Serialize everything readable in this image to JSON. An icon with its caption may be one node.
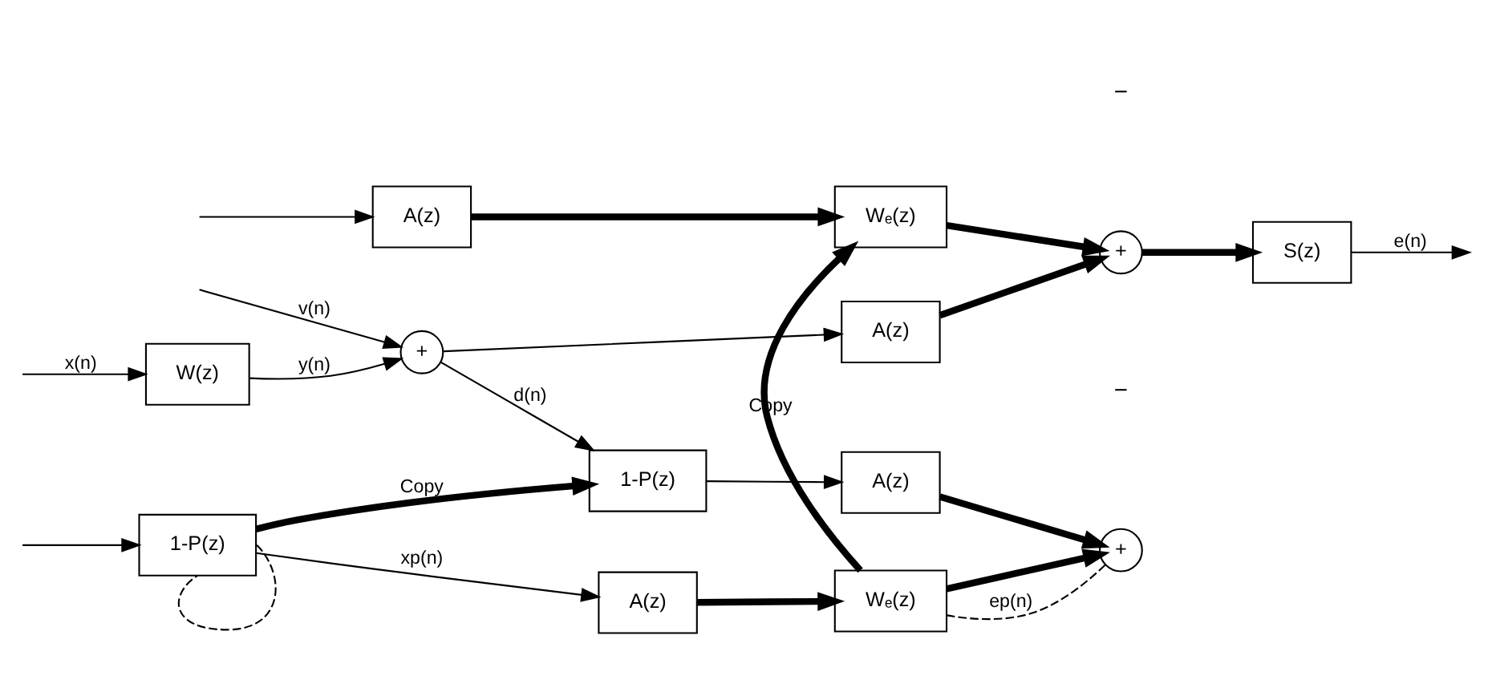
{
  "diagram": {
    "nodes": [
      {
        "text": [
          "W(z)"
        ]
      },
      {
        "text": [
          "+"
        ]
      },
      {
        "text": [
          "1-P(z)"
        ]
      },
      {
        "text": [
          "A(z)"
        ]
      },
      {
        "text": [
          "A(z)"
        ]
      },
      {
        "text": [
          "+"
        ]
      },
      {
        "text": [
          "+"
        ]
      },
      {
        "text": [
          "S(z)"
        ]
      },
      {
        "text": [
          "1-P(z)"
        ]
      },
      {
        "text": [
          "A(z)"
        ]
      },
      {
        "text": [
          "Wₑ(z)"
        ]
      },
      {
        "text": [
          "A(z)"
        ]
      },
      {
        "text": [
          "Wₑ(z)"
        ]
      }
    ],
    "edges": [
      {
        "from": null,
        "to": 0,
        "arrow": "to",
        "label": "x(n)"
      },
      {
        "from": null,
        "to": 8,
        "arrow": "to"
      },
      {
        "from": null,
        "to": 11,
        "arrow": "to"
      },
      {
        "from": 0,
        "to": 1,
        "arrow": "to",
        "label": "y(n)"
      },
      {
        "from": null,
        "to": 1,
        "arrow": "to",
        "label": "v(n)"
      },
      {
        "from": 1,
        "to": 2,
        "arrow": "to",
        "label": "d(n)"
      },
      {
        "from": 1,
        "to": 3,
        "arrow": "to"
      },
      {
        "from": 2,
        "to": 4,
        "arrow": "to"
      },
      {
        "from": 3,
        "to": 6,
        "arrow": "to",
        "style": "thick"
      },
      {
        "from": 4,
        "to": 5,
        "arrow": "to",
        "style": "thick"
      },
      {
        "from": 8,
        "to": 9,
        "arrow": "to",
        "label": "xp(n)"
      },
      {
        "from": 8,
        "to": 8,
        "arrow": "none",
        "style": "dashed"
      },
      {
        "from": 8,
        "to": 2,
        "arrow": "to",
        "style": "thick",
        "label": "Copy"
      },
      {
        "from": 9,
        "to": 10,
        "arrow": "to",
        "style": "thick"
      },
      {
        "from": 10,
        "to": 5,
        "arrow": "to",
        "style": "thick"
      },
      {
        "from": 5,
        "to": 10,
        "arrow": "none",
        "style": "dashed",
        "label": "ep(n)"
      },
      {
        "from": 10,
        "to": 12,
        "arrow": "to",
        "style": "thick",
        "label": "Copy"
      },
      {
        "from": 11,
        "to": 12,
        "arrow": "to",
        "style": "thick"
      },
      {
        "from": 12,
        "to": 6,
        "arrow": "to",
        "style": "thick"
      },
      {
        "from": 6,
        "to": 7,
        "arrow": "to",
        "style": "thick"
      },
      {
        "from": 7,
        "to": null,
        "arrow": "to",
        "label": "e(n)"
      }
    ],
    "labels": [
      "−",
      "−"
    ]
  }
}
